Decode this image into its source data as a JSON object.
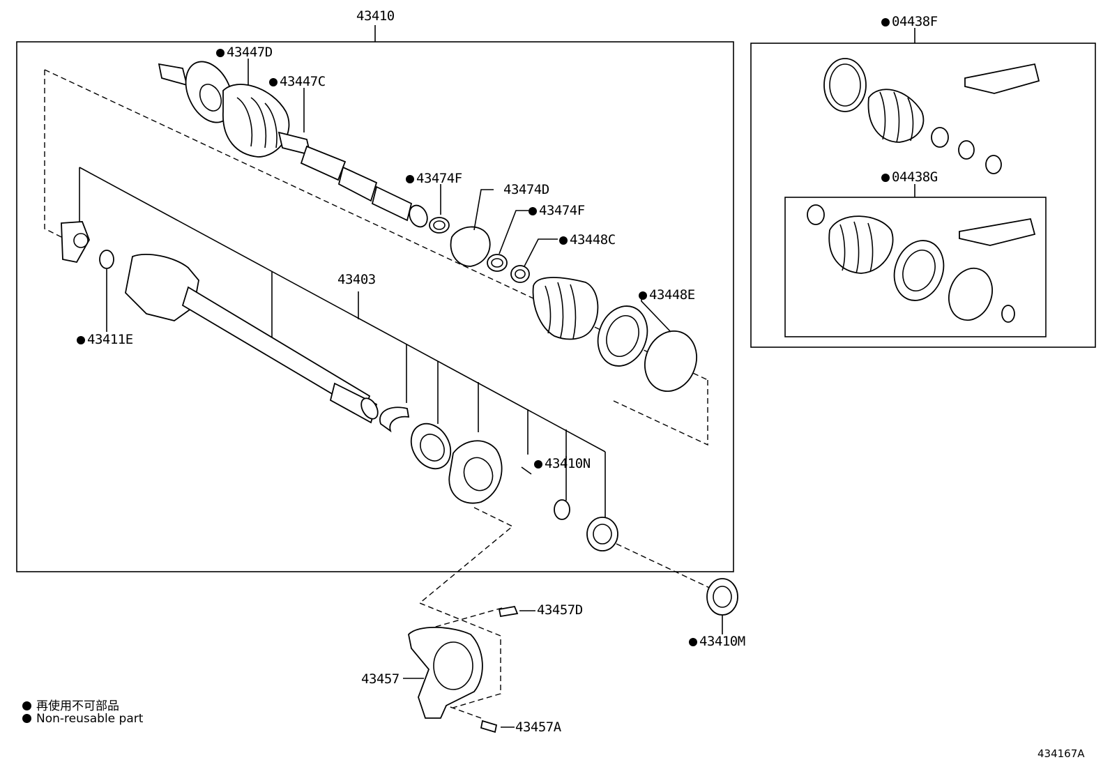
{
  "callouts": {
    "c43410": "43410",
    "c43447D": "43447D",
    "c43447C": "43447C",
    "c43474F_a": "43474F",
    "c43474D": "43474D",
    "c43474F_b": "43474F",
    "c43448C": "43448C",
    "c43448E": "43448E",
    "c43403": "43403",
    "c43411E": "43411E",
    "c43410N": "43410N",
    "c43457D": "43457D",
    "c43410M": "43410M",
    "c43457": "43457",
    "c43457A": "43457A",
    "c04438F": "04438F",
    "c04438G": "04438G"
  },
  "legend": {
    "jp": "再使用不可部品",
    "en": "Non-reusable part"
  },
  "figure_number": "434167A"
}
